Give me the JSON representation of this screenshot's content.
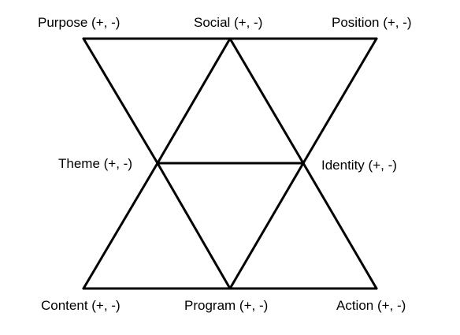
{
  "diagram": {
    "nodes": {
      "purpose": "Purpose (+, -)",
      "social": "Social (+, -)",
      "position": "Position (+, -)",
      "theme": "Theme (+, -)",
      "identity": "Identity (+, -)",
      "content": "Content (+, -)",
      "program": "Program (+, -)",
      "action": "Action (+, -)"
    },
    "edges": [
      [
        "purpose",
        "position"
      ],
      [
        "purpose",
        "theme"
      ],
      [
        "position",
        "identity"
      ],
      [
        "social",
        "theme"
      ],
      [
        "social",
        "identity"
      ],
      [
        "theme",
        "identity"
      ],
      [
        "theme",
        "content"
      ],
      [
        "theme",
        "program"
      ],
      [
        "identity",
        "program"
      ],
      [
        "identity",
        "action"
      ],
      [
        "content",
        "action"
      ]
    ],
    "line_color": "#000000",
    "text_color": "#000000"
  }
}
